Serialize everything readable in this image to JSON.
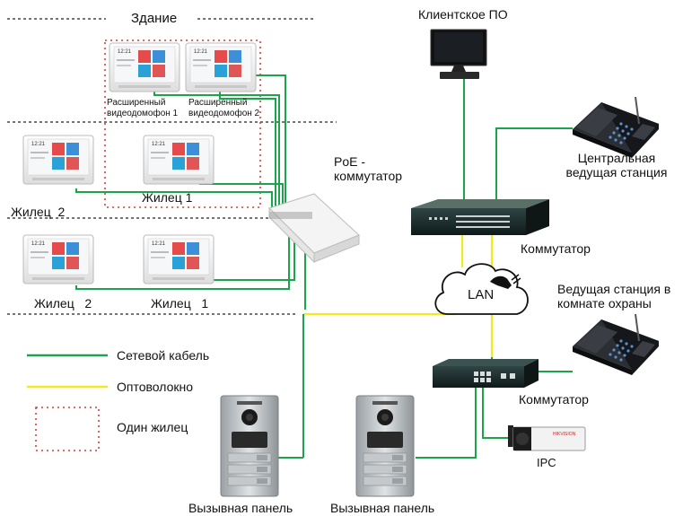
{
  "labels": {
    "building": "Здание",
    "client_sw": "Клиентское ПО",
    "poe_switch": "PoE -\nкоммутатор",
    "central_station": "Центральная\nведущая станция",
    "switch_top": "Коммутатор",
    "lan": "LAN",
    "guard_station": "Ведущая станция в\nкомнате охраны",
    "switch_bottom": "Коммутатор",
    "ipc": "IPC",
    "ext_monitor_1": "Расширенный\nвидеодомофон 1",
    "ext_monitor_2": "Расширенный\nвидеодомофон 2",
    "resident_1_row1": "Жилец 1",
    "resident_2_row1": "Жилец  2",
    "resident_2_row2": "Жилец   2",
    "resident_1_row2": "Жилец   1",
    "call_panel_1": "Вызывная панель",
    "call_panel_2": "Вызывная панель"
  },
  "legend": {
    "network_cable": "Сетевой кабель",
    "fiber": "Оптоволокно",
    "one_resident": "Один жилец"
  },
  "colors": {
    "network_cable": "#1aa54a",
    "fiber": "#f2ea1e",
    "resident_box": "#e03a3a"
  },
  "monitor_screen": {
    "time": "12:21"
  }
}
